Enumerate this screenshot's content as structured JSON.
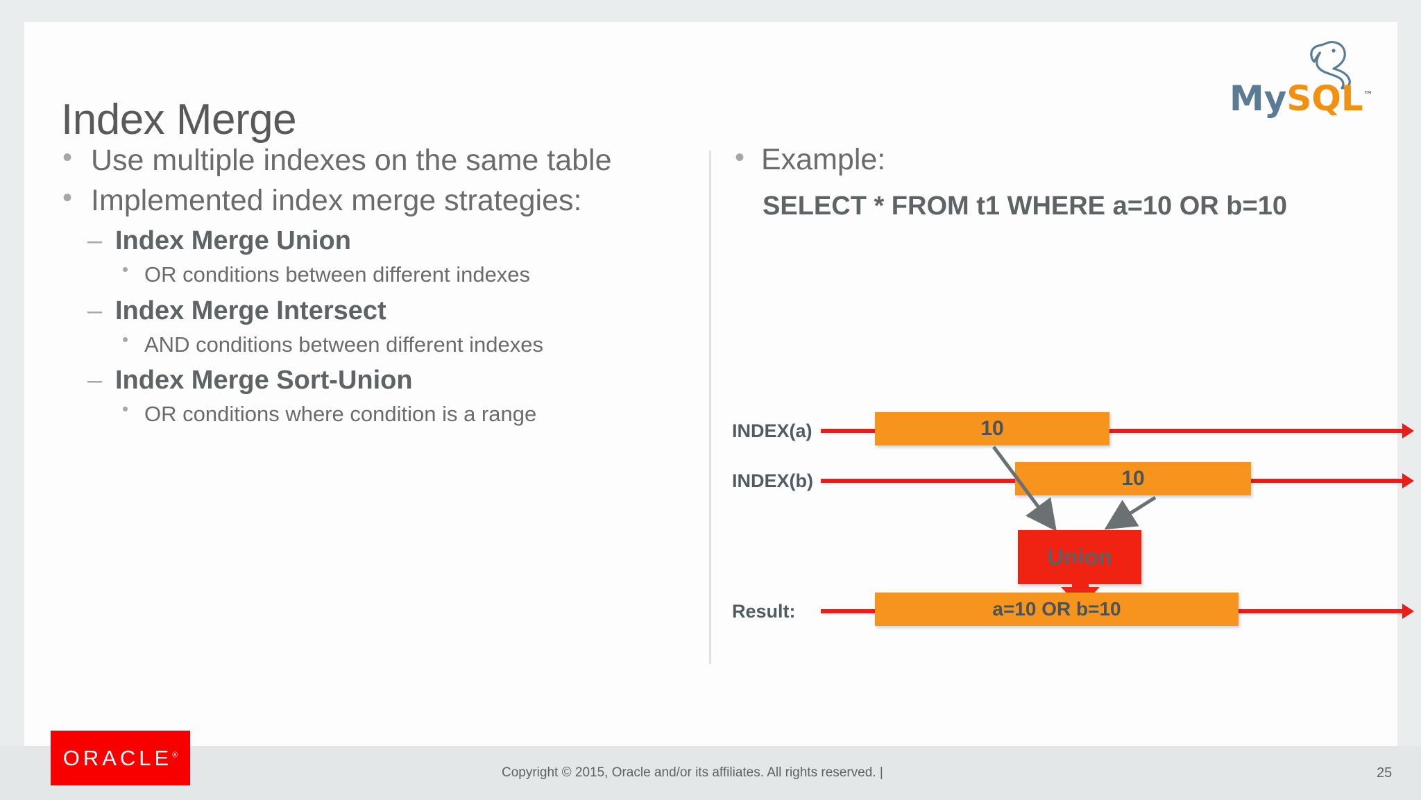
{
  "slide": {
    "title": "Index Merge",
    "page_number": "25",
    "copyright": "Copyright © 2015, Oracle and/or its affiliates. All rights reserved.  |",
    "brand": {
      "mysql_my": "My",
      "mysql_sql": "SQL",
      "mysql_tm": "™",
      "oracle": "ORACLE",
      "oracle_reg": "®",
      "oracle_red": "#f80000",
      "mysql_blue": "#5a7b94",
      "mysql_orange": "#f29111"
    }
  },
  "left_column": {
    "bullets": [
      {
        "level": 1,
        "text": "Use multiple indexes on the same table"
      },
      {
        "level": 1,
        "text": "Implemented index merge strategies:"
      },
      {
        "level": 2,
        "text": "Index Merge Union"
      },
      {
        "level": 3,
        "text": "OR conditions between different indexes"
      },
      {
        "level": 2,
        "text": "Index Merge Intersect"
      },
      {
        "level": 3,
        "text": "AND conditions between different indexes"
      },
      {
        "level": 2,
        "text": "Index Merge Sort-Union"
      },
      {
        "level": 3,
        "text": "OR conditions where condition is a range"
      }
    ]
  },
  "right_column": {
    "example_label": "Example:",
    "sql": "SELECT * FROM t1 WHERE a=10 OR b=10"
  },
  "diagram": {
    "colors": {
      "bar_orange": "#f7941d",
      "line_red": "#ec1c18",
      "union_red": "#f02211",
      "arrow_gray": "#6b7073",
      "text_gray": "#505c63"
    },
    "rows": [
      {
        "label": "INDEX(a)",
        "bar_text": "10"
      },
      {
        "label": "INDEX(b)",
        "bar_text": "10"
      },
      {
        "label": "Result:",
        "bar_text": "a=10 OR b=10"
      }
    ],
    "union_label": "Union"
  }
}
